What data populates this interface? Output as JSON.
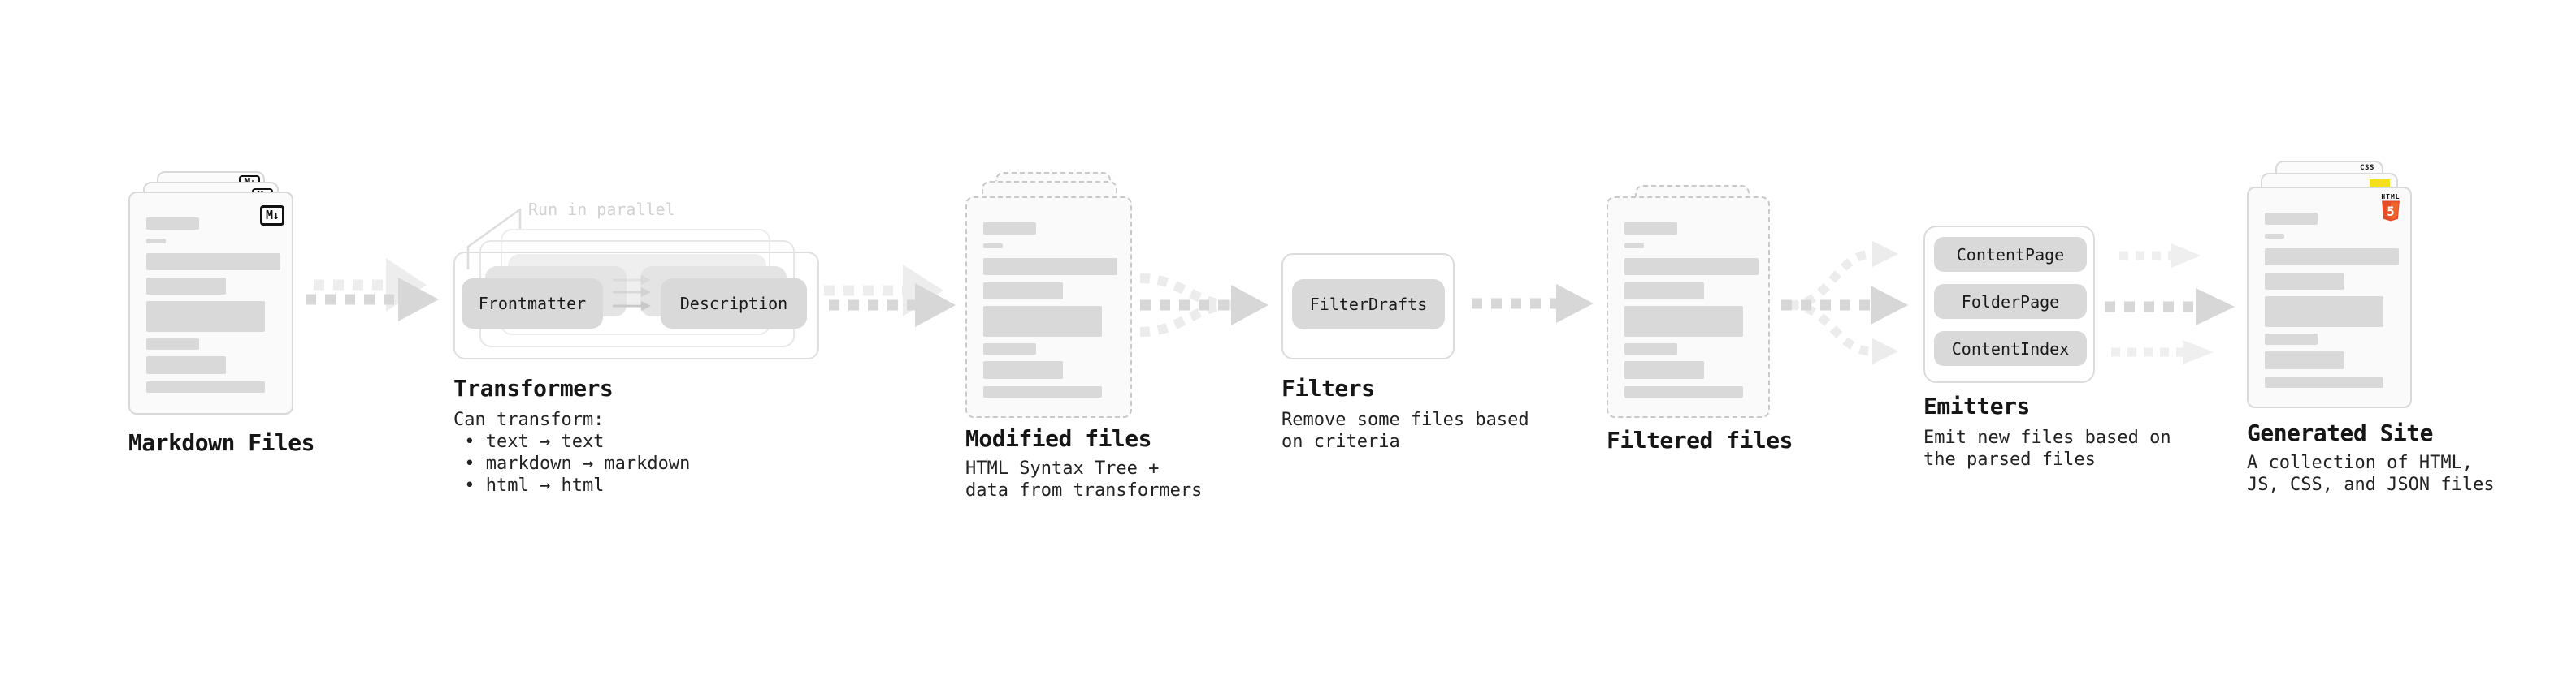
{
  "markdown_files": {
    "title": "Markdown Files",
    "badge_label": "M↓"
  },
  "transformers": {
    "annotation": "Run in parallel",
    "pill_a": "Frontmatter",
    "pill_b": "Description",
    "title": "Transformers",
    "sub_lines": [
      "Can transform:",
      " • text → text",
      " • markdown → markdown",
      " • html → html"
    ]
  },
  "modified_files": {
    "title": "Modified files",
    "sub_lines": [
      "HTML Syntax Tree +",
      "data from transformers"
    ]
  },
  "filters": {
    "title": "Filters",
    "pill": "FilterDrafts",
    "sub_lines": [
      "Remove some files based",
      "on criteria"
    ]
  },
  "filtered_files": {
    "title": "Filtered files"
  },
  "emitters": {
    "title": "Emitters",
    "pills": [
      "ContentPage",
      "FolderPage",
      "ContentIndex"
    ],
    "sub_lines": [
      "Emit new files based on",
      "the parsed files"
    ]
  },
  "generated_site": {
    "title": "Generated Site",
    "sub_lines": [
      "A collection of HTML,",
      "JS, CSS, and JSON files"
    ],
    "badges": {
      "css_label": "CSS",
      "html_word": "HTML",
      "html_number": "5"
    }
  },
  "colors": {
    "pill_fill": "#d9d9d9",
    "arrow_dark": "#d7d7d7",
    "arrow_light": "#ededed",
    "dashed_border": "#c9c9c9",
    "html5_orange": "#e44d26",
    "html5_orange_light": "#f16529",
    "js_yellow": "#f6df1d",
    "css_blue": "#2b5fe3"
  }
}
